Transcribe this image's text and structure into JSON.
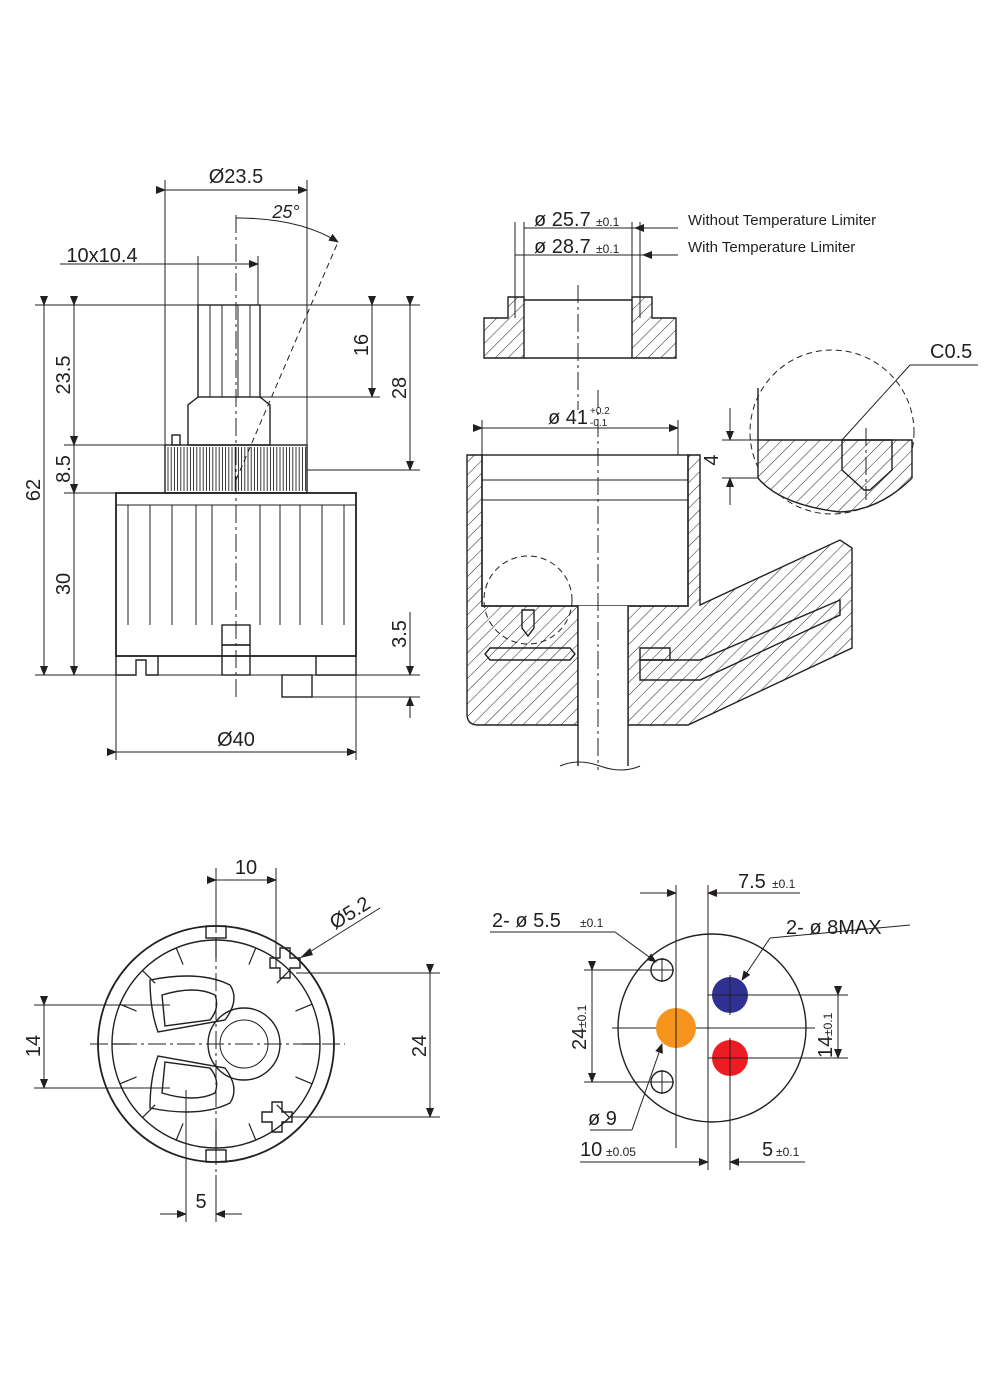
{
  "side_view": {
    "dia_top": "Ø23.5",
    "angle": "25°",
    "spline": "10x10.4",
    "h_23_5": "23.5",
    "h_8_5": "8.5",
    "h_62": "62",
    "h_30": "30",
    "h_16": "16",
    "h_28": "28",
    "h_3_5": "3.5",
    "dia_bottom": "Ø40"
  },
  "section_view": {
    "d1": "ø 25.7",
    "d1_tol": "±0.1",
    "d1_note": "Without Temperature Limiter",
    "d2": "ø 28.7",
    "d2_tol": "±0.1",
    "d2_note": "With Temperature Limiter",
    "d3": "ø 41",
    "d3_tol_up": "+0.2",
    "d3_tol_dn": "-0.1",
    "chamfer": "C0.5",
    "depth": "4"
  },
  "bottom_view": {
    "w10": "10",
    "dia52": "Ø5.2",
    "h14": "14",
    "h24": "24",
    "w5": "5"
  },
  "port_view": {
    "dim_75": "7.5",
    "dim_75_tol": "±0.1",
    "small_holes": "2- ø 5.5",
    "small_holes_tol": "±0.1",
    "big_holes": "2- ø 8MAX",
    "dim_24": "24",
    "dim_24_tol": "±0.1",
    "dim_14": "14",
    "dim_14_tol": "±0.1",
    "dia9": "ø 9",
    "dim_10": "10",
    "dim_10_tol": "±0.05",
    "dim_5": "5",
    "dim_5_tol": "±0.1",
    "colors": {
      "blue": "#2e3192",
      "orange": "#f7941d",
      "red": "#ed1c24"
    }
  }
}
